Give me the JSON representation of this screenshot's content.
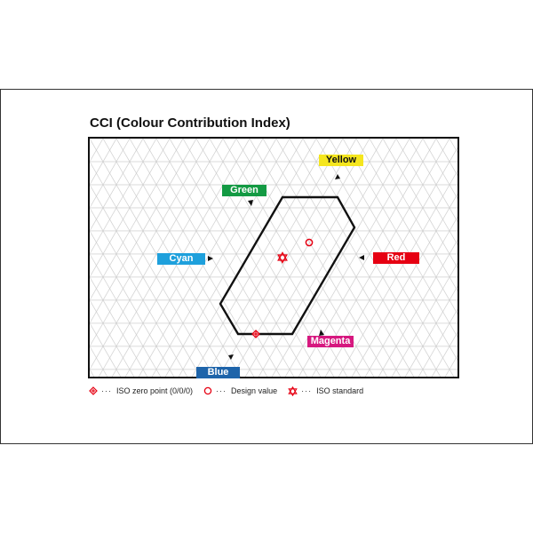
{
  "title": "CCI (Colour Contribution Index)",
  "colors": {
    "yellow": "#f5e61e",
    "green": "#139a43",
    "cyan": "#1ea0dc",
    "red": "#e60012",
    "magenta": "#d6187f",
    "blue": "#1e64aa",
    "marker": "#e60012",
    "outline": "#111111"
  },
  "labels": {
    "yellow": "Yellow",
    "green": "Green",
    "cyan": "Cyan",
    "red": "Red",
    "magenta": "Magenta",
    "blue": "Blue"
  },
  "legend": {
    "iso_zero": "ISO zero point (0/0/0)",
    "design_value": "Design value",
    "iso_standard": "ISO standard",
    "separator": "···"
  },
  "icons": {
    "iso_zero": "diamond-plus-icon",
    "design_value": "circle-icon",
    "iso_standard": "star-of-david-icon"
  }
}
